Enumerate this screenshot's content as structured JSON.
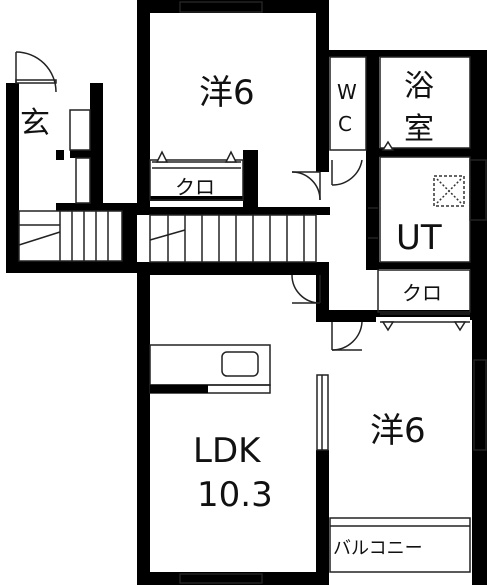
{
  "rooms": {
    "entrance": "玄",
    "bedroom_upper": "洋6",
    "wc_top": "W",
    "wc_bottom": "C",
    "bath_top": "浴",
    "bath_bottom": "室",
    "closet_upper": "クロ",
    "utility": "UT",
    "closet_right": "クロ",
    "ldk_name": "LDK",
    "ldk_size": "10.3",
    "bedroom_lower": "洋6",
    "balcony": "バルコニー"
  },
  "colors": {
    "wall": "#000000",
    "line": "#222222",
    "background": "#ffffff"
  }
}
